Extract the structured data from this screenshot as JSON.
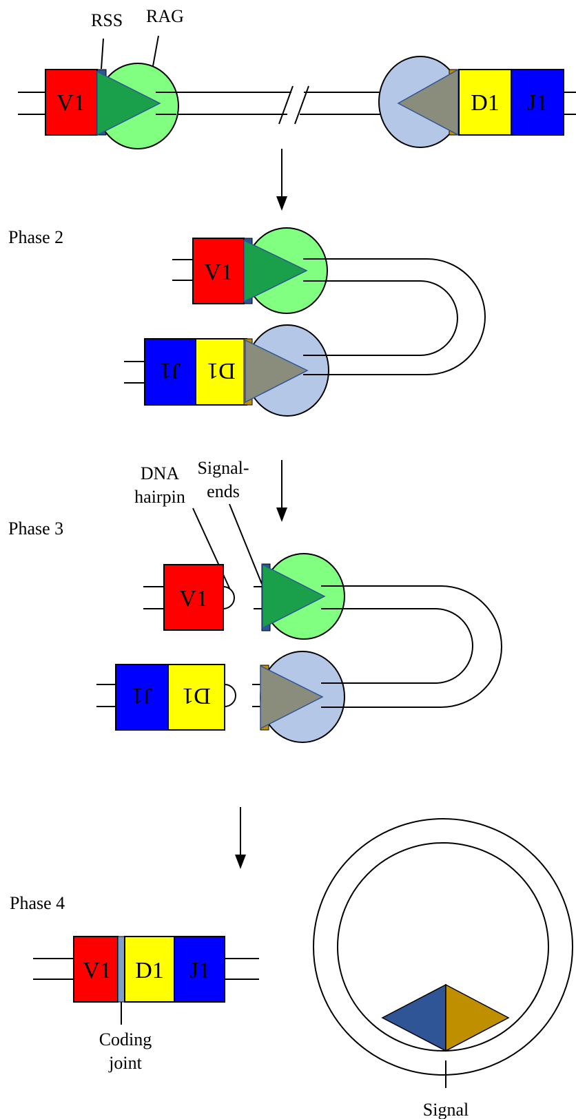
{
  "labels": {
    "rss": "RSS",
    "rag": "RAG",
    "phase2": "Phase 2",
    "phase3": "Phase 3",
    "phase4": "Phase 4",
    "dna_hairpin_1": "DNA",
    "dna_hairpin_2": "hairpin",
    "signal_ends_1": "Signal-",
    "signal_ends_2": "ends",
    "coding_joint_1": "Coding",
    "coding_joint_2": "joint",
    "signal": "Signal"
  },
  "segments": {
    "v": "V1",
    "d": "D1",
    "j": "J1"
  },
  "colors": {
    "v_segment": "#ff0000",
    "d_segment": "#ffff00",
    "j_segment": "#0000ff",
    "rss_v": "#2f5597",
    "rss_dj": "#bf8f00",
    "rag_v": "#80ff80",
    "rag_dj": "#b4c7e7",
    "triangle_v": "#1a9f4a",
    "triangle_dj": "#8a8c7c"
  }
}
